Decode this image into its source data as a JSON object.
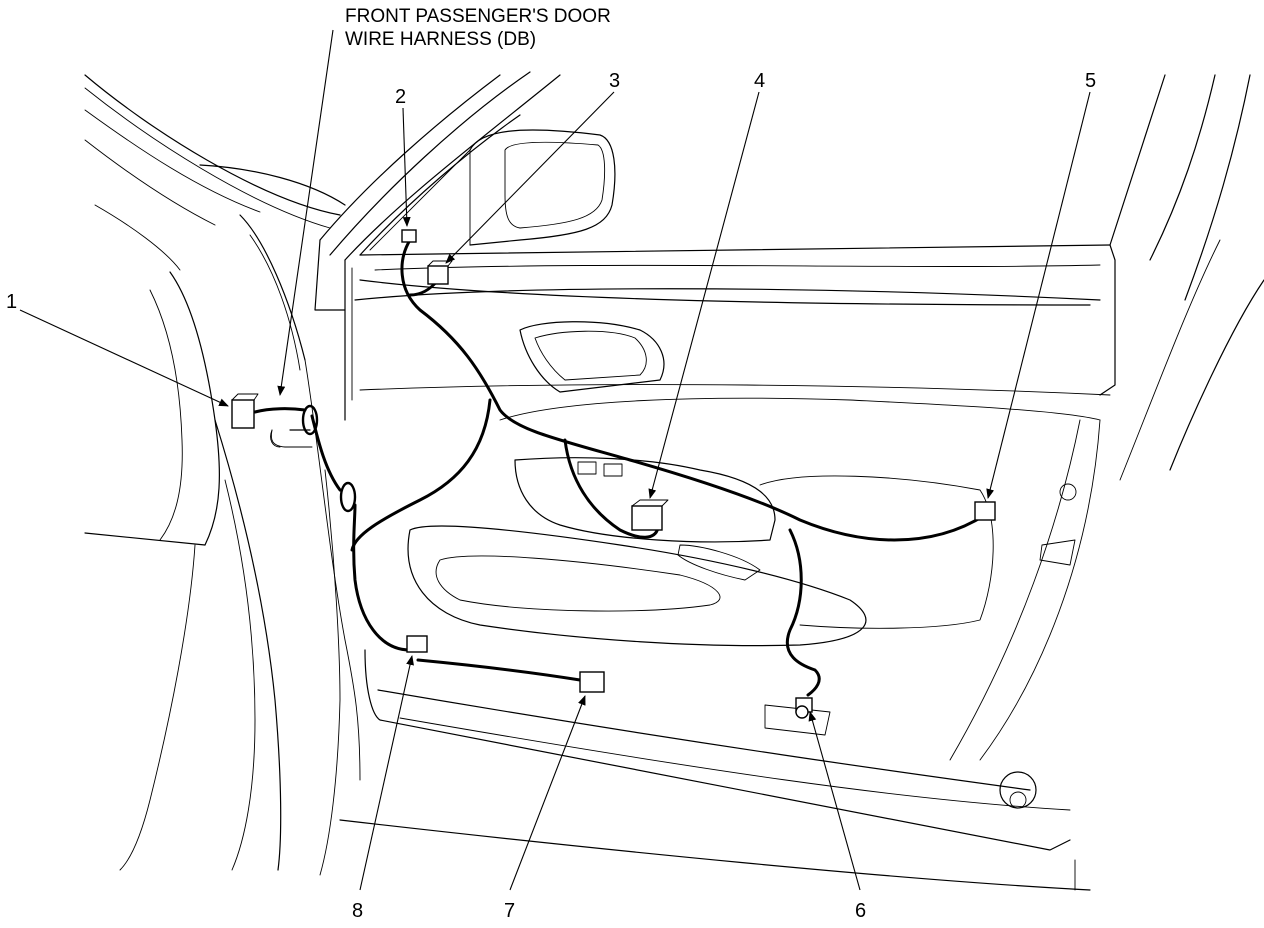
{
  "diagram": {
    "title_lines": [
      "FRONT PASSENGER'S DOOR",
      "WIRE HARNESS (DB)"
    ],
    "callouts": [
      {
        "id": "c1",
        "label": "1"
      },
      {
        "id": "c2",
        "label": "2"
      },
      {
        "id": "c3",
        "label": "3"
      },
      {
        "id": "c4",
        "label": "4"
      },
      {
        "id": "c5",
        "label": "5"
      },
      {
        "id": "c6",
        "label": "6"
      },
      {
        "id": "c7",
        "label": "7"
      },
      {
        "id": "c8",
        "label": "8"
      }
    ]
  }
}
